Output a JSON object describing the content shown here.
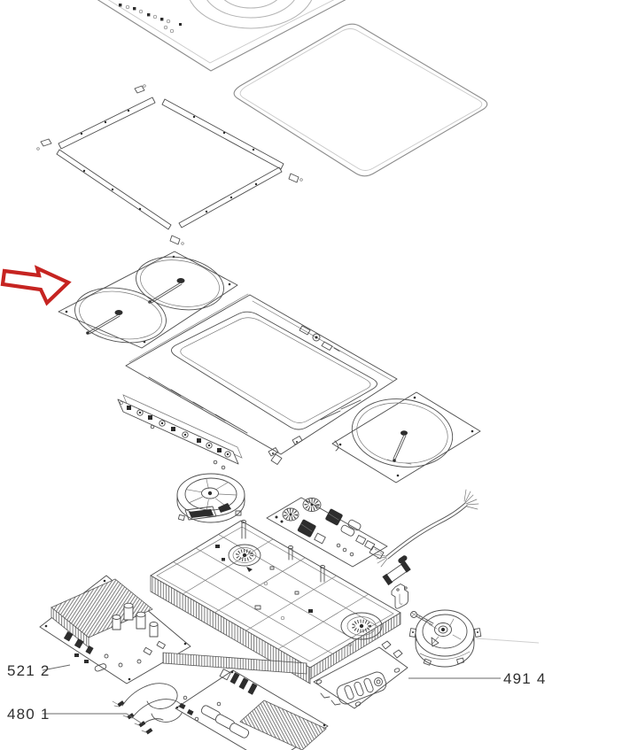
{
  "diagram": {
    "kind": "exploded-view appliance parts diagram",
    "background_color": "#ffffff",
    "line_color": "#4f4f4f",
    "pointer_arrow": {
      "color": "#c62421",
      "direction": "right"
    },
    "callouts": [
      {
        "label": "521 2"
      },
      {
        "label": "480 1"
      },
      {
        "label": "491 4"
      }
    ]
  }
}
